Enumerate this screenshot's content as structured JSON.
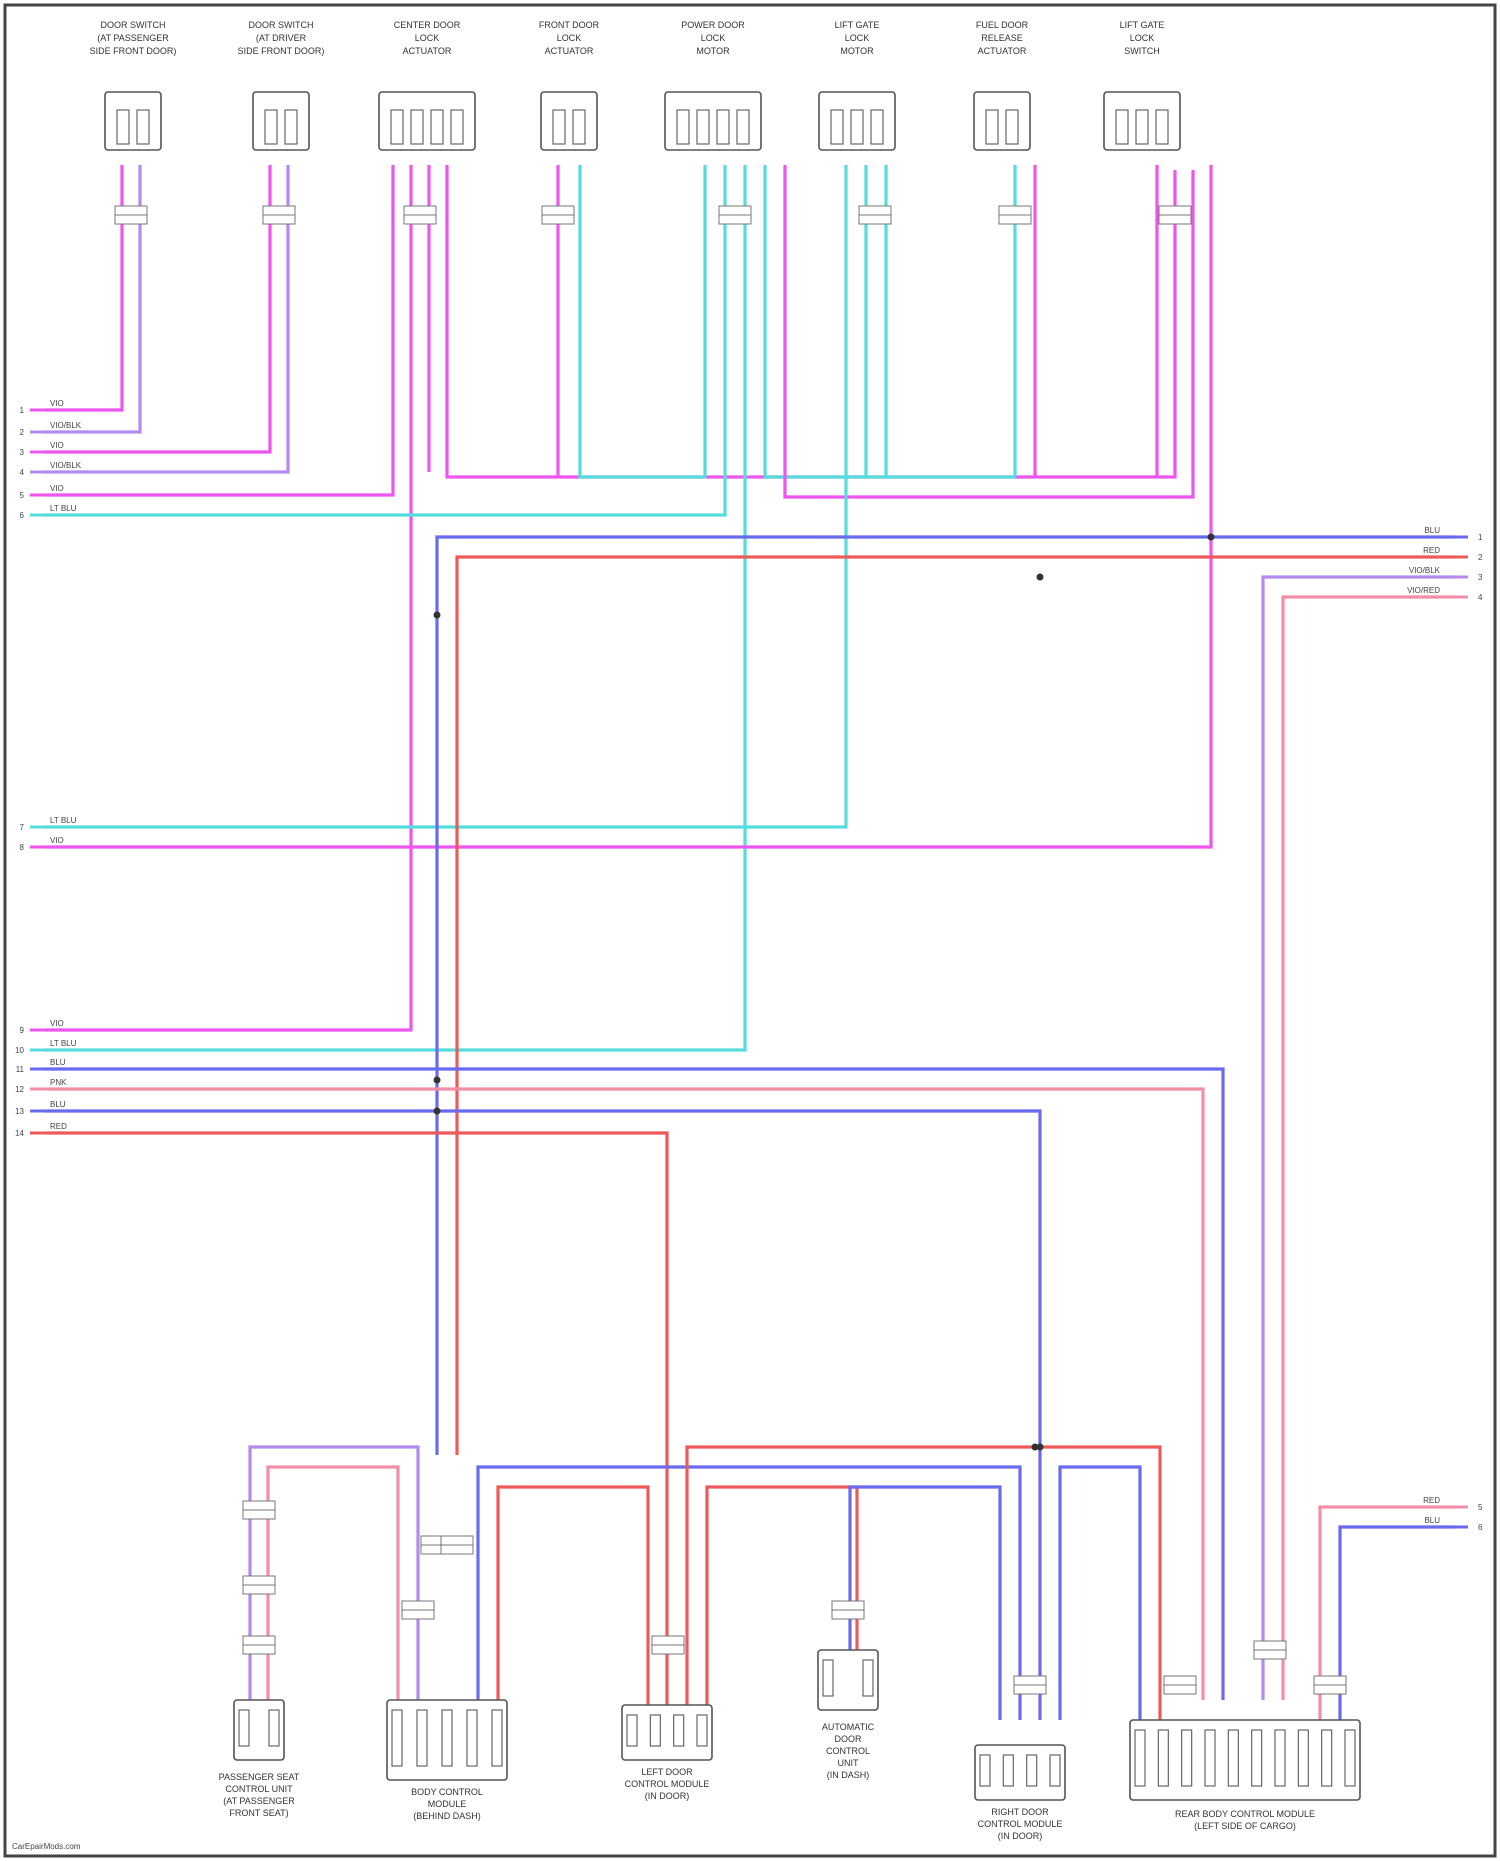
{
  "diagram": {
    "watermark": "CarEpairMods.com",
    "top_components": [
      {
        "id": "c1",
        "label": [
          "DOOR SWITCH",
          "(AT PASSENGER",
          "SIDE FRONT DOOR)"
        ]
      },
      {
        "id": "c2",
        "label": [
          "DOOR SWITCH",
          "(AT DRIVER",
          "SIDE FRONT DOOR)"
        ]
      },
      {
        "id": "c3",
        "label": [
          "CENTER DOOR",
          "LOCK",
          "ACTUATOR"
        ]
      },
      {
        "id": "c4",
        "label": [
          "FRONT DOOR",
          "LOCK",
          "ACTUATOR"
        ]
      },
      {
        "id": "c5",
        "label": [
          "POWER DOOR",
          "LOCK",
          "MOTOR"
        ]
      },
      {
        "id": "c6",
        "label": [
          "LIFT GATE",
          "LOCK",
          "MOTOR"
        ]
      },
      {
        "id": "c7",
        "label": [
          "FUEL DOOR",
          "RELEASE",
          "ACTUATOR"
        ]
      },
      {
        "id": "c8",
        "label": [
          "LIFT GATE",
          "LOCK",
          "SWITCH"
        ]
      }
    ],
    "bottom_components": [
      {
        "id": "b1",
        "label": [
          "PASSENGER SEAT",
          "CONTROL UNIT",
          "(AT PASSENGER",
          "FRONT SEAT)"
        ]
      },
      {
        "id": "b2",
        "label": [
          "BODY CONTROL",
          "MODULE",
          "(BEHIND DASH)"
        ]
      },
      {
        "id": "b3",
        "label": [
          "LEFT DOOR",
          "CONTROL MODULE",
          "(IN DOOR)"
        ]
      },
      {
        "id": "b4",
        "label": [
          "AUTOMATIC",
          "DOOR",
          "CONTROL",
          "UNIT",
          "(IN DASH)"
        ]
      },
      {
        "id": "b5",
        "label": [
          "RIGHT DOOR",
          "CONTROL MODULE",
          "(IN DOOR)"
        ]
      },
      {
        "id": "b6",
        "label": [
          "REAR BODY CONTROL MODULE",
          "(LEFT SIDE OF CARGO)"
        ]
      }
    ],
    "wire_labels_left": [
      "VIO",
      "VIO/BLK",
      "VIO",
      "VIO/BLK",
      "VIO",
      "LT BLU",
      "LT BLU",
      "VIO",
      "VIO",
      "LT BLU",
      "BLU",
      "PNK",
      "BLU",
      "RED"
    ],
    "wire_labels_right": [
      "BLU",
      "RED",
      "VIO/BLK",
      "VIO/RED",
      "RED",
      "BLU"
    ],
    "pin_numbers_left": [
      "1",
      "2",
      "3",
      "4",
      "5",
      "6",
      "7",
      "8",
      "9",
      "10",
      "11",
      "12",
      "13",
      "14"
    ],
    "pin_numbers_right": [
      "1",
      "2",
      "3",
      "4",
      "5",
      "6"
    ],
    "colors": {
      "violet": "#ee55ee",
      "light_blue": "#55dddd",
      "blue": "#6a6aee",
      "red": "#ee5a5a",
      "pink": "#f28ea8",
      "lavender": "#b48aee"
    }
  }
}
